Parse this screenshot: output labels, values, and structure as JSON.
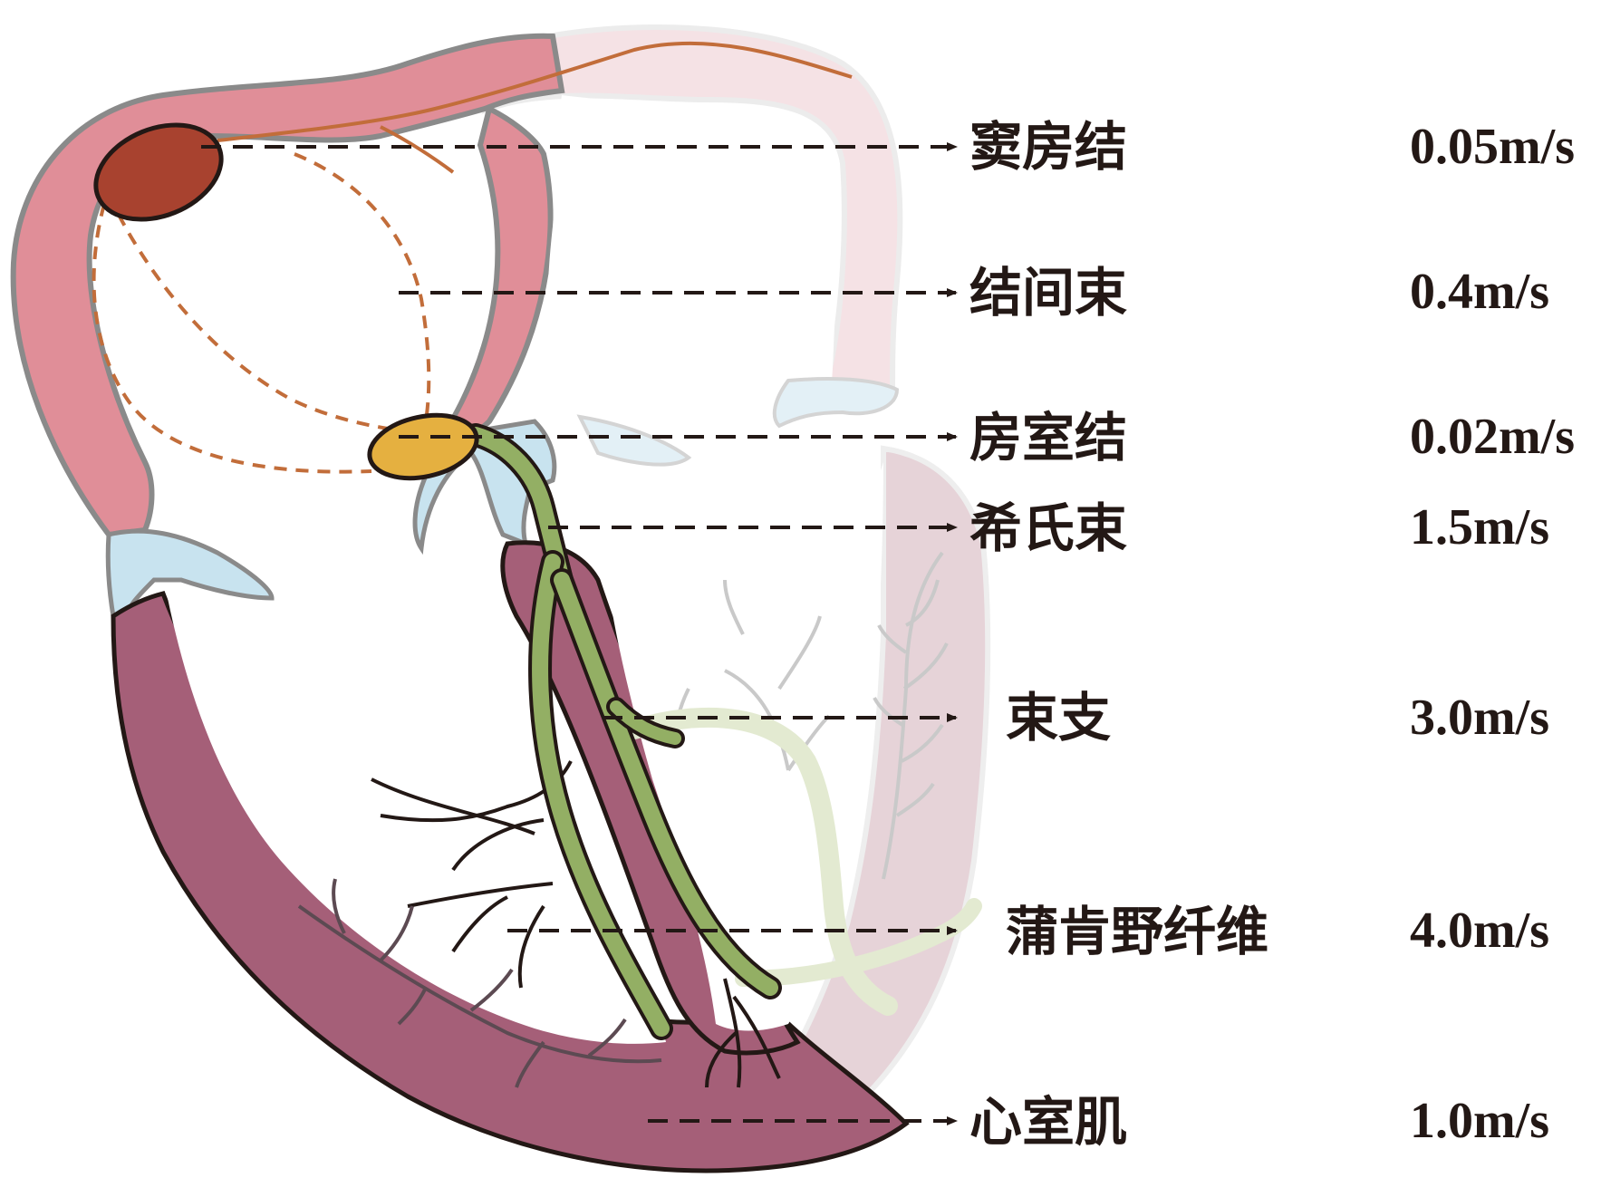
{
  "colors": {
    "atrium_wall": "#e08e98",
    "ventricle_wall": "#a55f78",
    "ventricle_faded": "#e6d3d8",
    "atrium_faded": "#f5e2e5",
    "valve": "#c8e3ef",
    "sa_node": "#a8422f",
    "av_node": "#e5b040",
    "conduction_path": "#c26d3a",
    "bundle": "#93af64",
    "bundle_faded": "#e3ead1",
    "wall_outline": "#7a7a7a",
    "text": "#231815"
  },
  "structures": [
    {
      "name": "窦房结",
      "speed": "0.05m/s"
    },
    {
      "name": "结间束",
      "speed": "0.4m/s"
    },
    {
      "name": "房室结",
      "speed": "0.02m/s"
    },
    {
      "name": "希氏束",
      "speed": "1.5m/s"
    },
    {
      "name": "束支",
      "speed": "3.0m/s"
    },
    {
      "name": "蒲肯野纤维",
      "speed": "4.0m/s"
    },
    {
      "name": "心室肌",
      "speed": "1.0m/s"
    }
  ]
}
